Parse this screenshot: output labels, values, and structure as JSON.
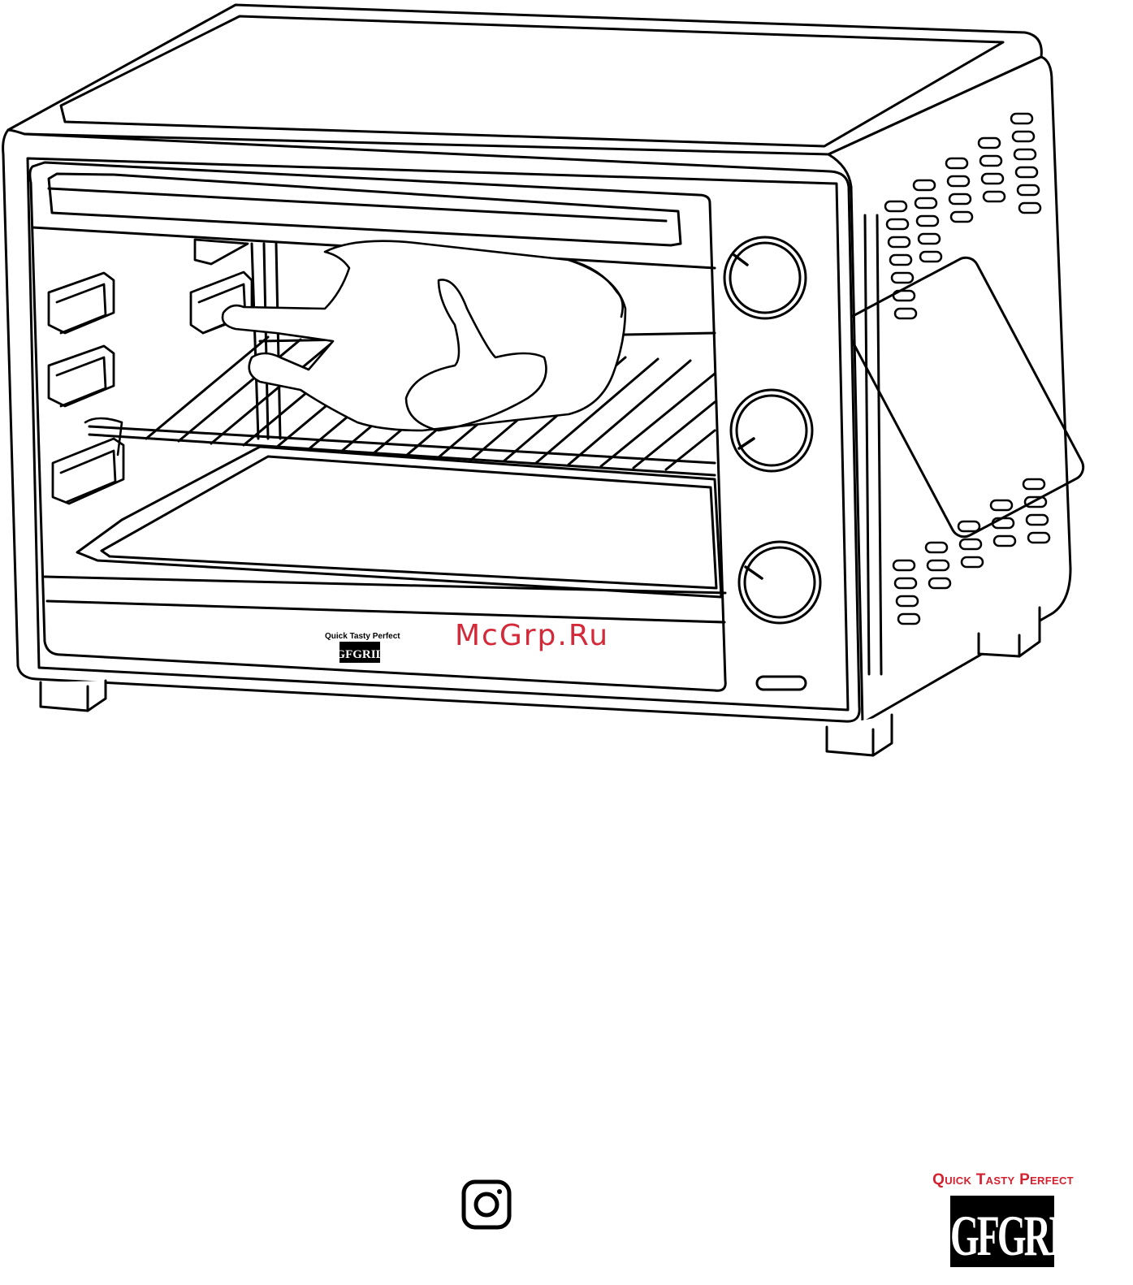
{
  "illustration": {
    "subject": "toaster-oven-with-chicken-icon",
    "oven_label_tagline": "Quick Tasty Perfect",
    "oven_label_brand": "GFGRIL"
  },
  "watermark": {
    "text": "McGrp.Ru",
    "color": "#d11e2e"
  },
  "footer": {
    "social_icon": "instagram-icon",
    "brand_tagline": "Quick Tasty Perfect",
    "brand_name": "GFGRIL",
    "brand_color": "#d4202f"
  }
}
